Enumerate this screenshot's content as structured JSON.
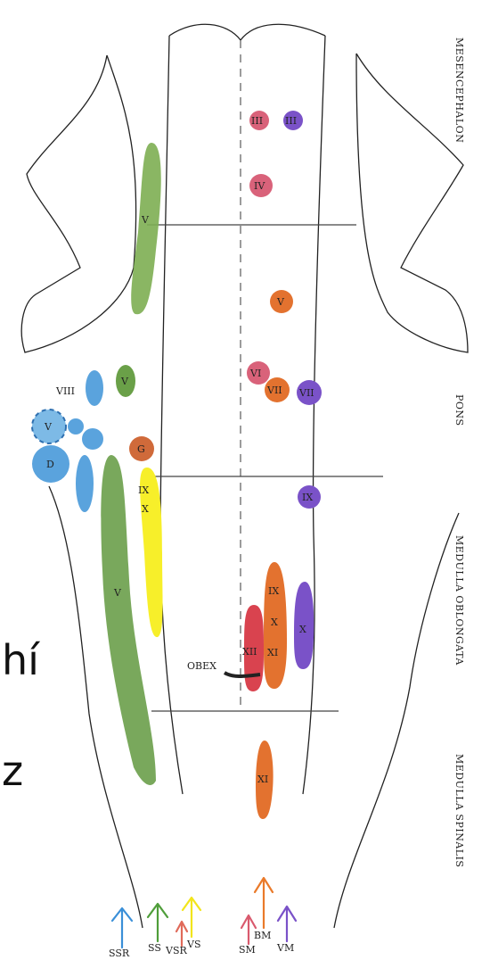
{
  "regions": {
    "mesencephalon": "MESENCEPHALON",
    "pons": "PONS",
    "medulla_oblongata": "MEDULLA OBLONGATA",
    "medulla_spinalis": "MEDULLA SPINALIS"
  },
  "obex": "OBEX",
  "slide_fragments": {
    "line1": "hí",
    "line2": "z"
  },
  "nuclei": {
    "iii_pink": "III",
    "iii_purple": "III",
    "iv": "IV",
    "v_green_mes": "V",
    "v_orange": "V",
    "vi": "VI",
    "vii_orange": "VII",
    "vii_purple": "VII",
    "v_green_pons": "V",
    "viii": "VIII",
    "v_blue": "V",
    "d_blue": "D",
    "g": "G",
    "ix_yellow": "IX",
    "x_yellow": "X",
    "ix_purple": "IX",
    "v_green_med": "V",
    "ix_orange": "IX",
    "x_orange": "X",
    "xi_orange": "XI",
    "x_purple": "X",
    "xii": "XII",
    "xi_spinal": "XI"
  },
  "legend": {
    "ssr": {
      "label": "SSR",
      "color": "#3a8fd8"
    },
    "ss": {
      "label": "SS",
      "color": "#4f9e3a"
    },
    "vsr": {
      "label": "VSR",
      "color": "#e06a5a"
    },
    "vs": {
      "label": "VS",
      "color": "#f2e51c"
    },
    "sm": {
      "label": "SM",
      "color": "#d95a6e"
    },
    "bm": {
      "label": "BM",
      "color": "#ea7a2a"
    },
    "vm": {
      "label": "VM",
      "color": "#7a52c8"
    }
  },
  "colors": {
    "green": "#7dae52",
    "darkgreen": "#5a9040",
    "pink": "#d9627a",
    "purple": "#7a52c8",
    "orange": "#e3722f",
    "blue": "#5aa3dd",
    "yellow": "#f7ef2a",
    "red": "#d9434f",
    "brown": "#d06a3a"
  }
}
